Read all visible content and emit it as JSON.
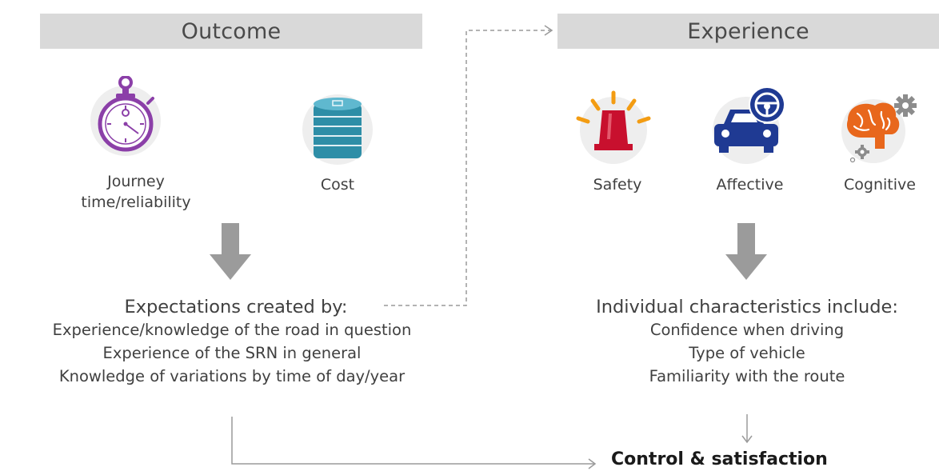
{
  "outcome": {
    "header": "Outcome",
    "items": [
      {
        "label_line1": "Journey",
        "label_line2": "time/reliability",
        "icon": "stopwatch-icon"
      },
      {
        "label_line1": "Cost",
        "label_line2": "",
        "icon": "coin-stack-icon"
      }
    ],
    "expectations": {
      "title": "Expectations created by:",
      "lines": [
        "Experience/knowledge of the road in question",
        "Experience of the SRN in general",
        "Knowledge of variations by time of day/year"
      ]
    }
  },
  "experience": {
    "header": "Experience",
    "items": [
      {
        "label": "Safety",
        "icon": "warning-light-icon"
      },
      {
        "label": "Affective",
        "icon": "car-steering-icon"
      },
      {
        "label": "Cognitive",
        "icon": "brain-gears-icon"
      }
    ],
    "characteristics": {
      "title": "Individual characteristics include:",
      "lines": [
        "Confidence when driving",
        "Type of vehicle",
        "Familiarity with the route"
      ]
    }
  },
  "result": "Control & satisfaction",
  "colors": {
    "header_bg": "#d9d9d9",
    "stopwatch": "#8b3fa8",
    "coins": "#2e8ea7",
    "safety": "#c8102e",
    "safety_rays": "#f39c12",
    "car": "#1f3a93",
    "brain": "#e8671c",
    "gear": "#8c8c8c",
    "arrow_big": "#9b9b9b"
  }
}
